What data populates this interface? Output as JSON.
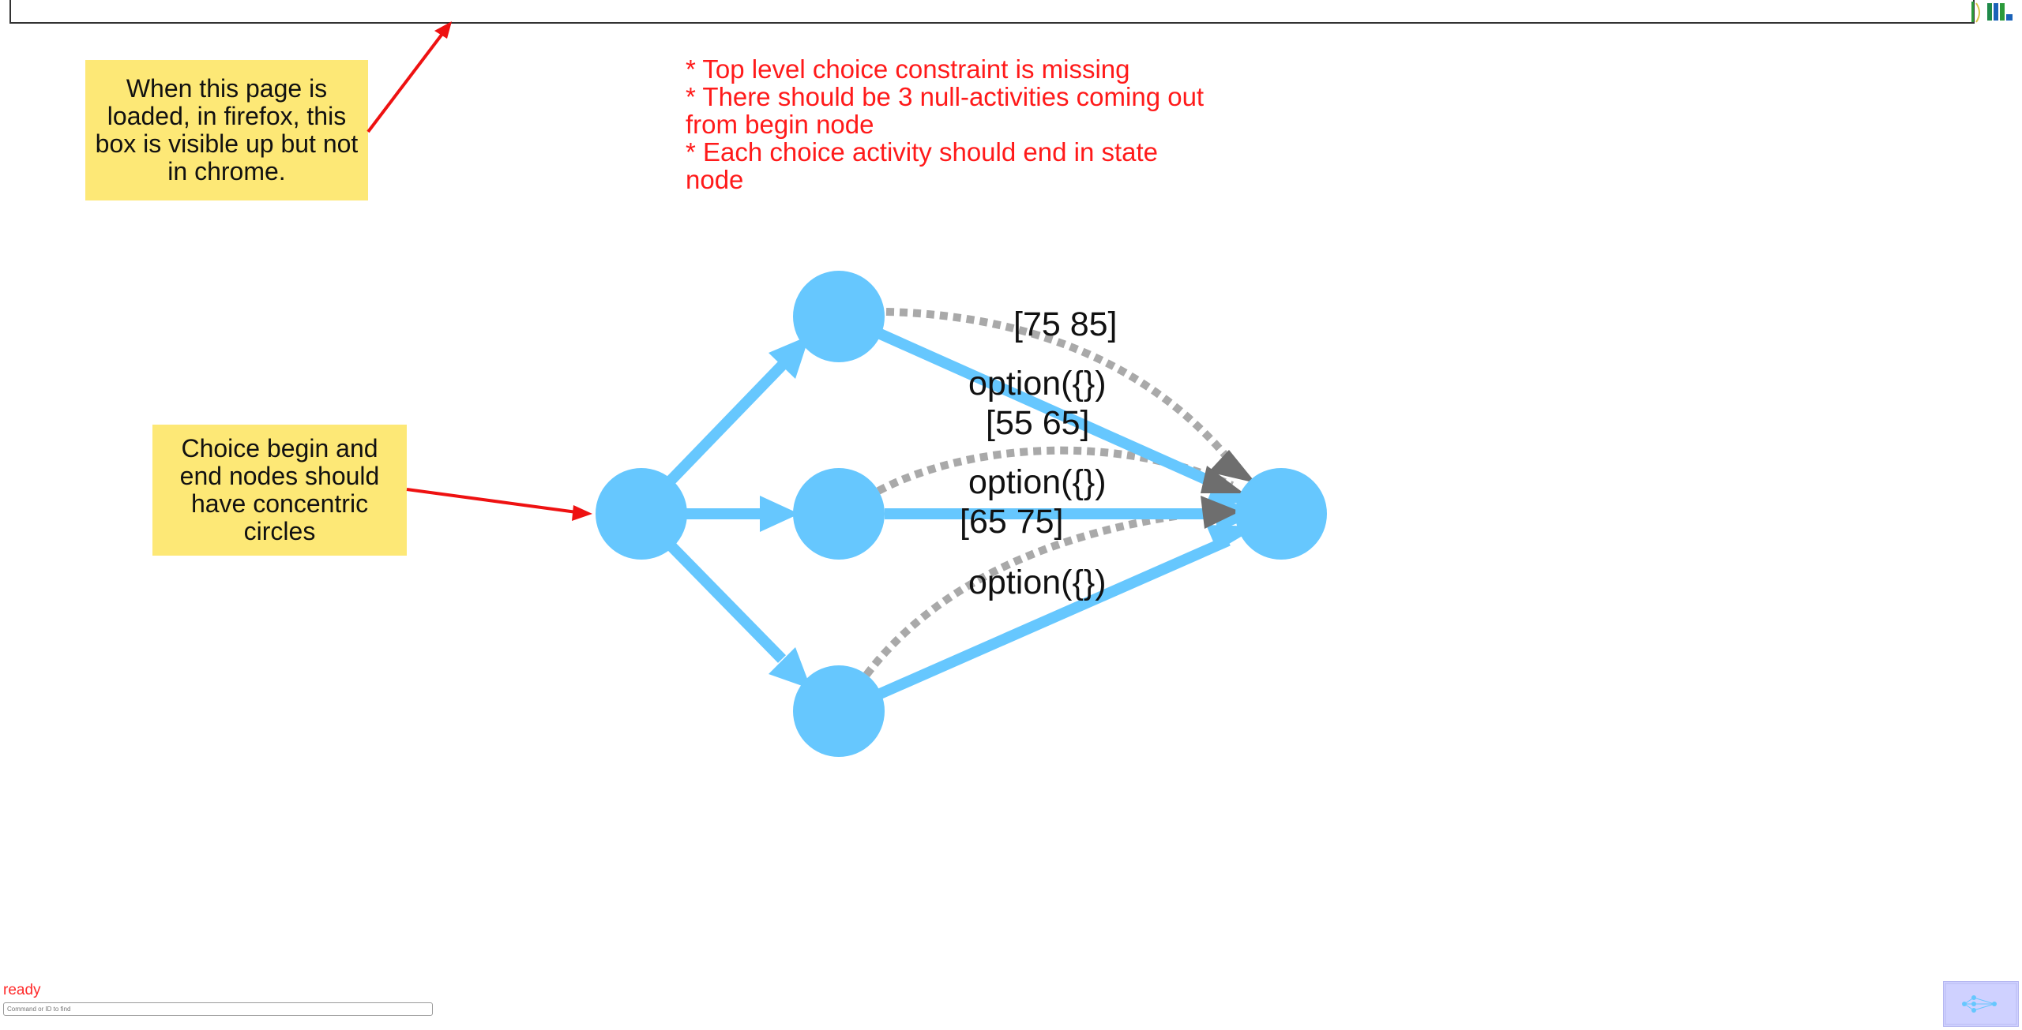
{
  "notes": {
    "visibility": "When this page is loaded, in firefox, this box is visible up but not in chrome.",
    "concentric": "Choice begin and end nodes should have concentric circles"
  },
  "issues": [
    "* Top level choice constraint is missing",
    "* There should be 3 null-activities coming out from begin node",
    "* Each choice activity should end in state node"
  ],
  "edge_labels": {
    "top_range": "[75 85]",
    "option_1": "option({})",
    "middle_range": "[55 65]",
    "option_2": "option({})",
    "bottom_range": "[65 75]",
    "option_3": "option({})"
  },
  "status": {
    "text": "ready",
    "input_placeholder": "Command or ID to find"
  },
  "colors": {
    "node": "#66c7fe",
    "note_bg": "#fde876",
    "issue_text": "#ff1a1a",
    "pointer_arrow": "#ee1111",
    "dotted_edge": "#a9a9a9",
    "dotted_arrowhead": "#6e6e6e",
    "minimap_bg": "#cfd1ff"
  }
}
